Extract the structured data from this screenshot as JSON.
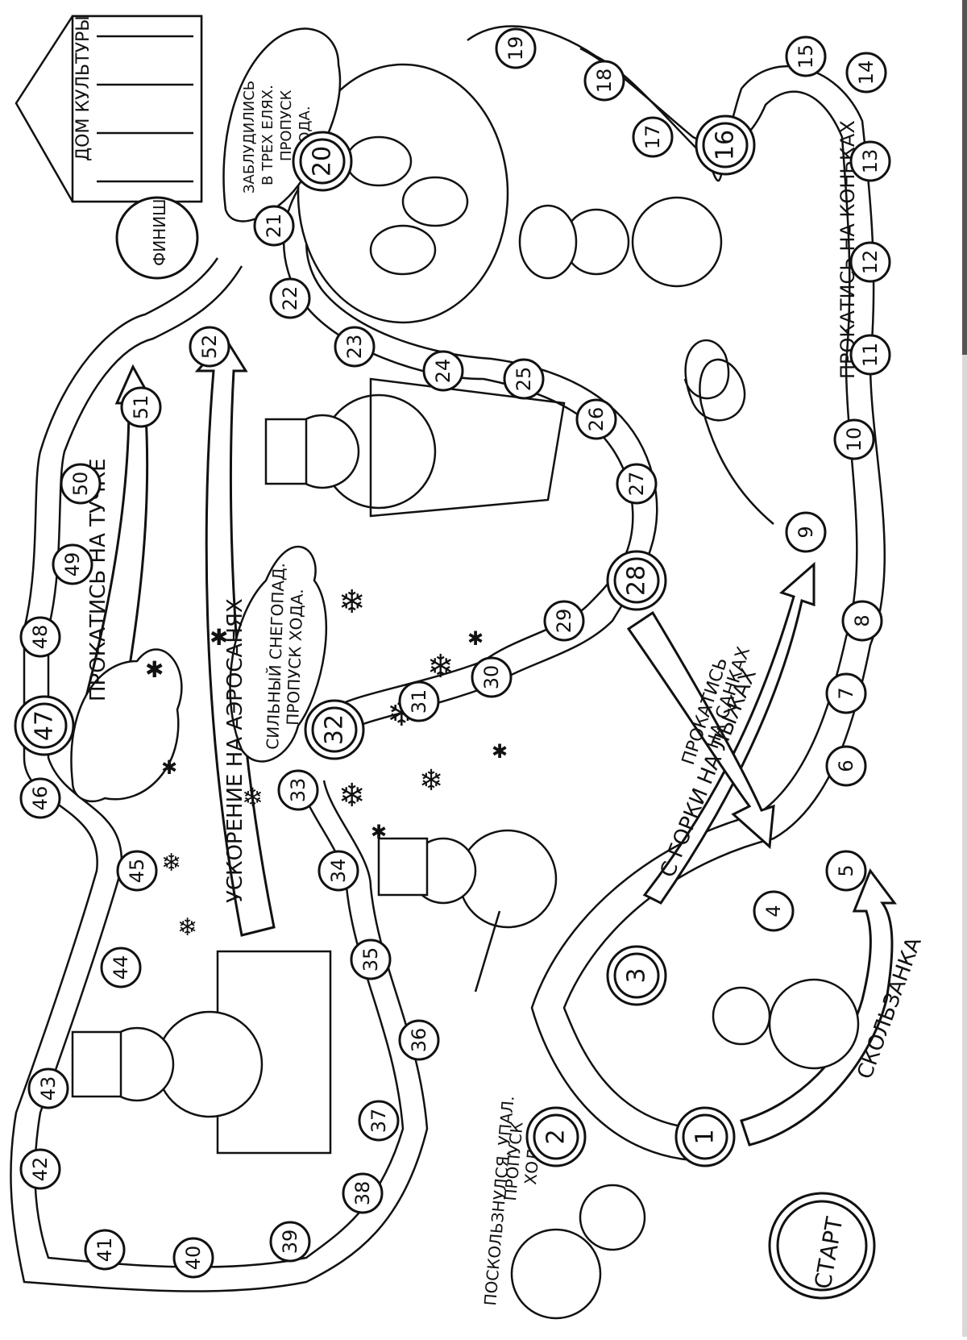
{
  "board": {
    "title_house": "ДОМ КУЛЬТУРЫ",
    "finish_label": "ФИНИШ",
    "start_label": "СТАРТ",
    "cells": [
      "1",
      "2",
      "3",
      "4",
      "5",
      "6",
      "7",
      "8",
      "9",
      "10",
      "11",
      "12",
      "13",
      "14",
      "15",
      "16",
      "17",
      "18",
      "19",
      "20",
      "21",
      "22",
      "23",
      "24",
      "25",
      "26",
      "27",
      "28",
      "29",
      "30",
      "31",
      "32",
      "33",
      "34",
      "35",
      "36",
      "37",
      "38",
      "39",
      "40",
      "41",
      "42",
      "43",
      "44",
      "45",
      "46",
      "47",
      "48",
      "49",
      "50",
      "51",
      "52"
    ],
    "labels": {
      "skolzanka": "СКОЛЬЗАНКА",
      "s_gorki": "С ГОРКИ НА ЛЫЖАХ",
      "prokatis_sankah_1": "ПРОКАТИСЬ",
      "prokatis_sankah_2": "НА САНКАХ",
      "prokatis_konkah": "ПРОКАТИСЬ НА КОНЬКАХ",
      "prokatis_tuchke": "ПРОКАТИСЬ НА ТУЧКЕ",
      "uskorenie": "УСКОРЕНИЕ НА АЭРОСАНЯХ",
      "snegopad_1": "СИЛЬНЫЙ СНЕГОПАД.",
      "snegopad_2": "ПРОПУСК ХОДА.",
      "zabludilis_1": "ЗАБЛУДИЛИСЬ",
      "zabludilis_2": "В ТРЕХ ЕЛЯХ.",
      "zabludilis_3": "ПРОПУСК",
      "zabludilis_4": "ХОДА.",
      "poskol_1": "ПОСКОЛЬЗНУЛСЯ, УПАЛ.",
      "poskol_2": "ПРОПУСК",
      "poskol_3": "ХОДА"
    }
  }
}
